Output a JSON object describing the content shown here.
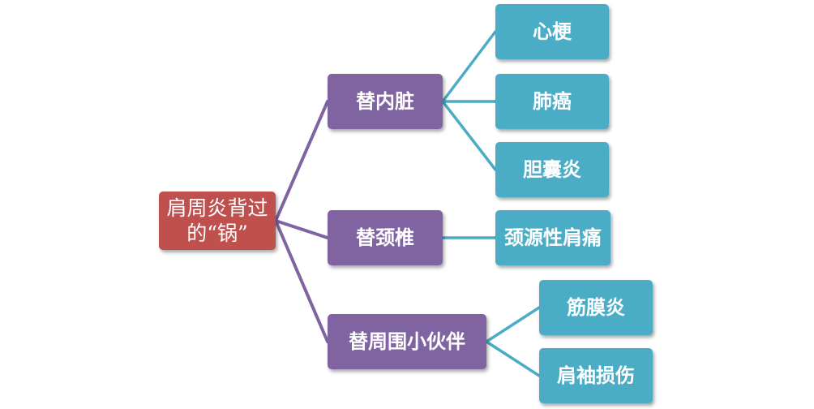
{
  "colors": {
    "root_fill": "#c0504d",
    "branch_fill": "#8064a2",
    "leaf_fill": "#4bacc6",
    "branch_connector": "#8064a2",
    "leaf_connector": "#4bacc6"
  },
  "root": {
    "label": "肩周炎背过的“锅”"
  },
  "branches": [
    {
      "label": "替内脏",
      "leaves": [
        "心梗",
        "肺癌",
        "胆囊炎"
      ]
    },
    {
      "label": "替颈椎",
      "leaves": [
        "颈源性肩痛"
      ]
    },
    {
      "label": "替周围小伙伴",
      "leaves": [
        "筋膜炎",
        "肩袖损伤"
      ]
    }
  ]
}
